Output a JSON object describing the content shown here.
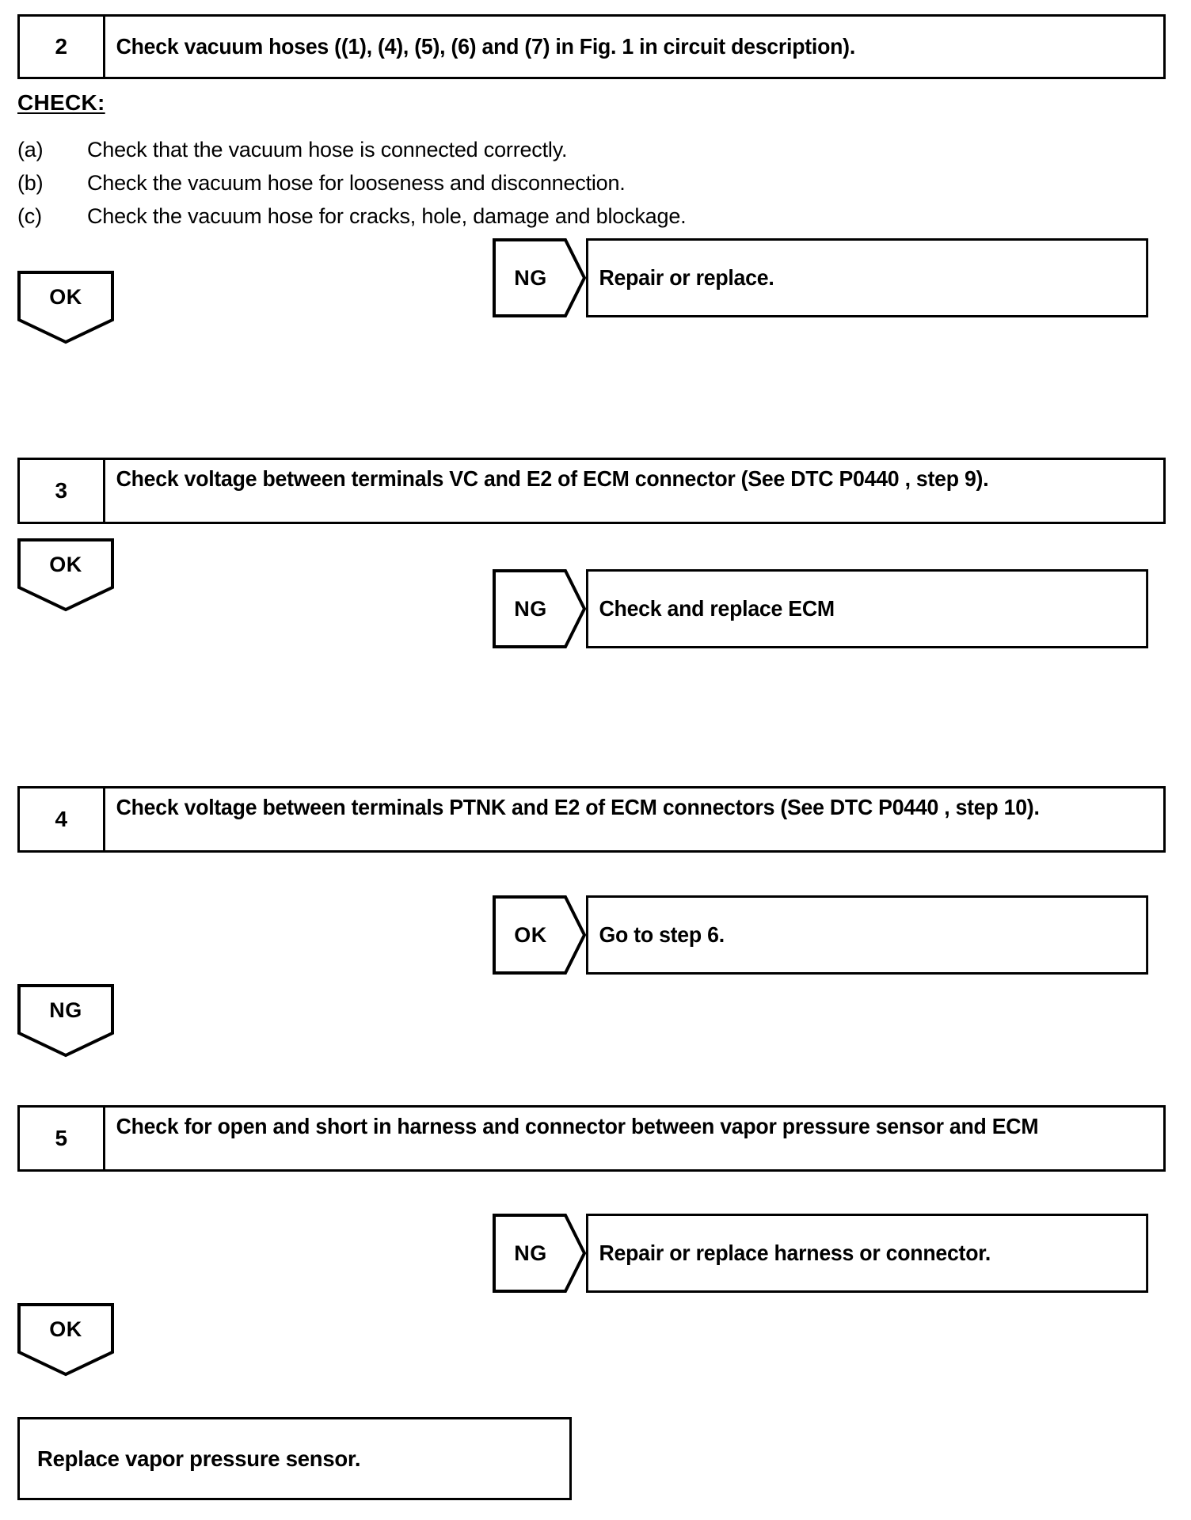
{
  "steps": [
    {
      "number": "2",
      "text": "Check vacuum hoses ((1), (4), (5), (6) and (7) in Fig. 1 in circuit description)."
    },
    {
      "number": "3",
      "text": "Check voltage between terminals VC and E2 of ECM connector (See DTC P0440 , step 9)."
    },
    {
      "number": "4",
      "text": "Check voltage between terminals PTNK and E2 of ECM connectors (See DTC P0440 , step 10)."
    },
    {
      "number": "5",
      "text": "Check for open and short in harness and connector between vapor pressure sensor and ECM"
    }
  ],
  "check_block": {
    "heading": "CHECK:",
    "items": [
      {
        "marker": "(a)",
        "text": "Check that the vacuum hose is connected correctly."
      },
      {
        "marker": "(b)",
        "text": "Check the vacuum hose for looseness and disconnection."
      },
      {
        "marker": "(c)",
        "text": "Check the vacuum hose for cracks, hole, damage and blockage."
      }
    ]
  },
  "branches": [
    {
      "tag": "NG",
      "result": "Repair or replace."
    },
    {
      "tag": "NG",
      "result": "Check and replace ECM"
    },
    {
      "tag": "OK",
      "result": "Go to step 6."
    },
    {
      "tag": "NG",
      "result": "Repair or replace harness or connector."
    }
  ],
  "flow_markers": [
    {
      "label": "OK"
    },
    {
      "label": "OK"
    },
    {
      "label": "NG"
    },
    {
      "label": "OK"
    }
  ],
  "terminal": {
    "text": "Replace vapor pressure sensor."
  },
  "colors": {
    "ink": "#000000",
    "paper": "#ffffff"
  }
}
